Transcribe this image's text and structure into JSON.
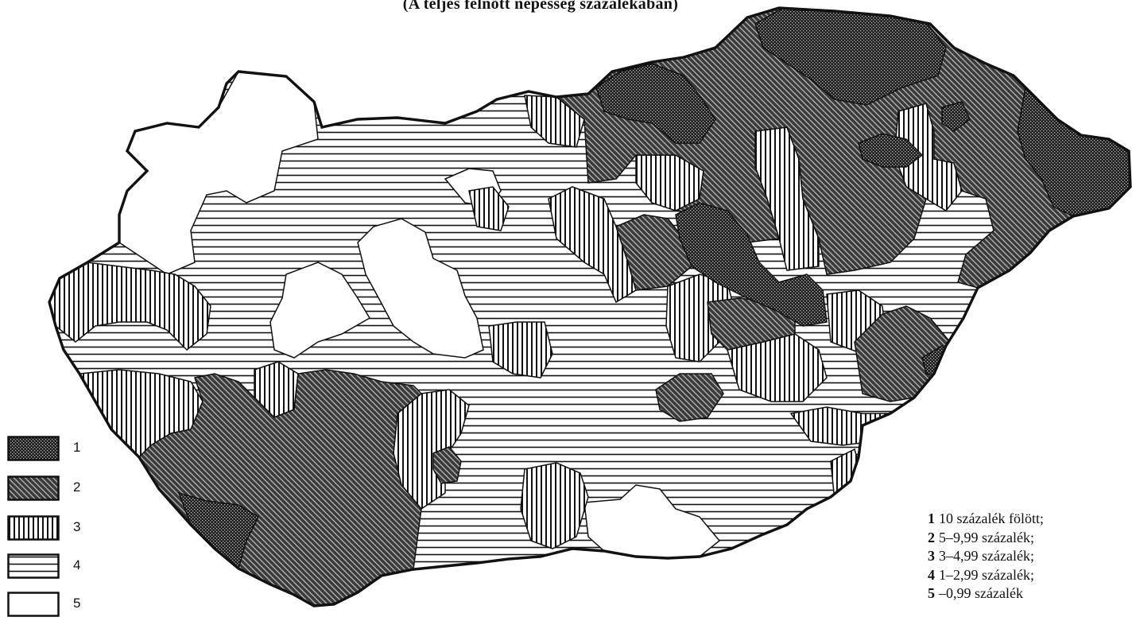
{
  "subtitle": "(A teljes felnőtt népesség százalékában)",
  "categories": [
    {
      "id": "1",
      "label": "10 százalék fölött;",
      "pattern": "crosshatch"
    },
    {
      "id": "2",
      "label": "5–9,99 százalék;",
      "pattern": "diagonal"
    },
    {
      "id": "3",
      "label": "3–4,99 százalék;",
      "pattern": "vertical"
    },
    {
      "id": "4",
      "label": "1–2,99 százalék;",
      "pattern": "horizontal"
    },
    {
      "id": "5",
      "label": "–0,99 százalék",
      "pattern": "blank"
    }
  ],
  "colors": {
    "ink": "#111111",
    "paper": "#ffffff"
  }
}
